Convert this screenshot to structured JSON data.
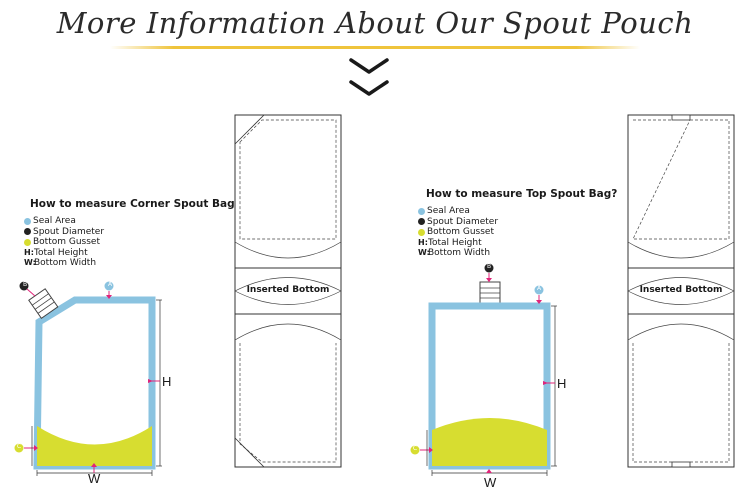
{
  "page": {
    "title": "More Information About Our Spout Pouch"
  },
  "corner_spout_section": {
    "heading": "How to measure Corner Spout Bag?",
    "legend": [
      {
        "key": "A",
        "label": "Seal Area"
      },
      {
        "key": "B",
        "label": "Spout Diameter"
      },
      {
        "key": "C",
        "label": "Bottom Gusset"
      },
      {
        "key": "H:",
        "label": "Total Height"
      },
      {
        "key": "W:",
        "label": "Bottom Width"
      }
    ],
    "markers": {
      "a": "A",
      "b": "B",
      "c": "C"
    },
    "height_label": "H",
    "width_label": "W",
    "flat_label": "Inserted Bottom"
  },
  "top_spout_section": {
    "heading": "How to measure Top Spout Bag?",
    "legend": [
      {
        "key": "A",
        "label": "Seal Area"
      },
      {
        "key": "B",
        "label": "Spout Diameter"
      },
      {
        "key": "C",
        "label": "Bottom Gusset"
      },
      {
        "key": "H:",
        "label": "Total Height"
      },
      {
        "key": "W:",
        "label": "Bottom Width"
      }
    ],
    "markers": {
      "a": "A",
      "b": "B",
      "c": "C"
    },
    "height_label": "H",
    "width_label": "W",
    "flat_label": "Inserted Bottom"
  },
  "colors": {
    "seal_area": "#8ac3e0",
    "gusset": "#d7dd30",
    "dimension_arrow": "#e0247a",
    "title_underline": "#efc43c"
  },
  "icons": [
    "double-chevron-down-icon"
  ]
}
